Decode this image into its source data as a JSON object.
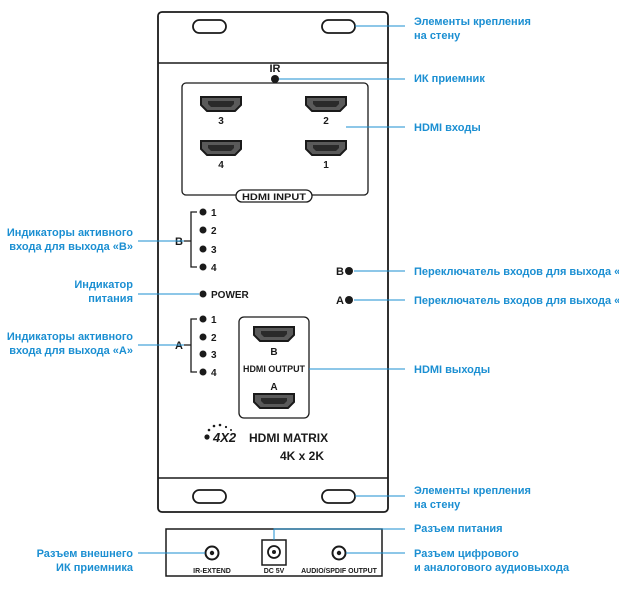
{
  "callouts": {
    "wall_mount_top_l1": "Элементы крепления",
    "wall_mount_top_l2": "на стену",
    "ir_receiver": "ИК приемник",
    "hdmi_inputs": "HDMI входы",
    "switch_b": "Переключатель входов для выхода «B»",
    "switch_a": "Переключатель входов для выхода «A»",
    "hdmi_outputs": "HDMI выходы",
    "wall_mount_bottom_l1": "Элементы крепления",
    "wall_mount_bottom_l2": "на стену",
    "power_connector": "Разъем питания",
    "audio_out_l1": "Разъем цифрового",
    "audio_out_l2": "и аналогового аудиовыхода",
    "ind_b_l1": "Индикаторы активного",
    "ind_b_l2": "входа для выхода «B»",
    "power_ind_l1": "Индикатор",
    "power_ind_l2": "питания",
    "ind_a_l1": "Индикаторы активного",
    "ind_a_l2": "входа для выхода «A»",
    "ext_ir_l1": "Разъем внешнего",
    "ext_ir_l2": "ИК приемника"
  },
  "device": {
    "ir_label": "IR",
    "input_ports": [
      "3",
      "2",
      "4",
      "1"
    ],
    "input_box_label": "HDMI INPUT",
    "group_b_letter": "B",
    "group_a_letter": "A",
    "indicator_numbers": [
      "1",
      "2",
      "3",
      "4"
    ],
    "power_label": "POWER",
    "switch_b_letter": "B",
    "switch_a_letter": "A",
    "output_b_label": "B",
    "output_box_label": "HDMI OUTPUT",
    "output_a_label": "A",
    "brand_model": "4X2",
    "brand_name": "HDMI MATRIX",
    "brand_resolution": "4K x 2K",
    "rear_ir_label": "IR-EXTEND",
    "rear_dc_label": "DC 5V",
    "rear_audio_label": "AUDIO/SPDIF OUTPUT"
  },
  "colors": {
    "callout": "#1b8fd2",
    "device": "#1a1a1a",
    "port": "#5a5a5a"
  }
}
